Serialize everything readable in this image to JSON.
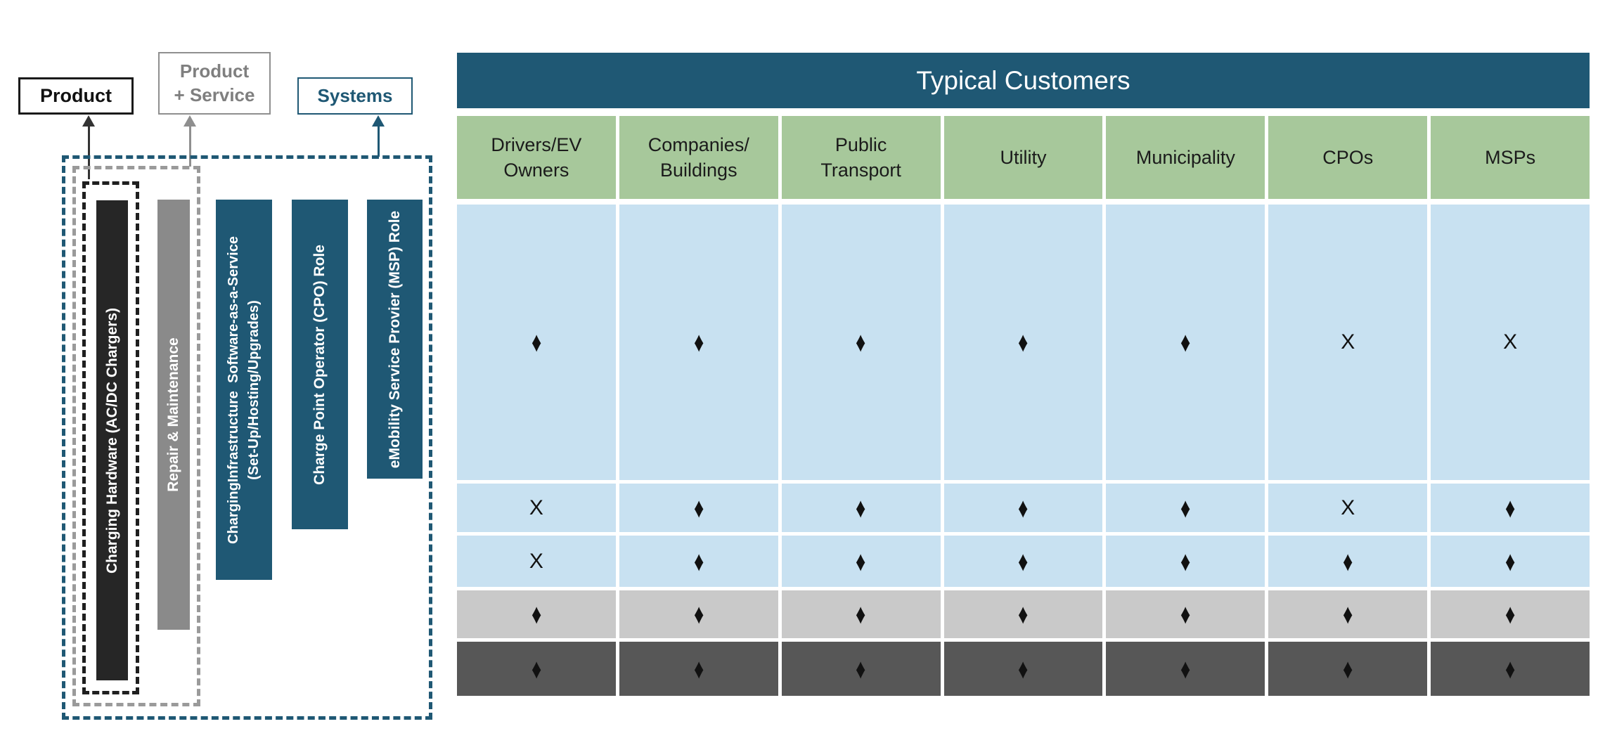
{
  "legend": {
    "product_label": "Product",
    "product_service_label": "Product\n+ Service",
    "systems_label": "Systems"
  },
  "offerings": {
    "hardware_bar": "Charging Hardware (AC/DC Chargers)",
    "repair_bar": "Repair & Maintenance",
    "saas_bar": "ChargingInfrastructure  Software-as-a-Service\n(Set-Up/Hosting/Upgrades)",
    "cpo_bar": "Charge Point Operator (CPO) Role",
    "msp_bar": "eMobility Service Provier (MSP) Role"
  },
  "table": {
    "title": "Typical Customers",
    "columns": [
      "Drivers/EV\nOwners",
      "Companies/\nBuildings",
      "Public\nTransport",
      "Utility",
      "Municipality",
      "CPOs",
      "MSPs"
    ],
    "rows": [
      {
        "symbols": [
          "♦",
          "♦",
          "♦",
          "♦",
          "♦",
          "X",
          "X"
        ]
      },
      {
        "symbols": [
          "X",
          "♦",
          "♦",
          "♦",
          "♦",
          "X",
          "♦"
        ]
      },
      {
        "symbols": [
          "X",
          "♦",
          "♦",
          "♦",
          "♦",
          "♦",
          "♦"
        ]
      },
      {
        "symbols": [
          "♦",
          "♦",
          "♦",
          "♦",
          "♦",
          "♦",
          "♦"
        ]
      },
      {
        "symbols": [
          "♦",
          "♦",
          "♦",
          "♦",
          "♦",
          "♦",
          "♦"
        ]
      }
    ]
  },
  "colors": {
    "accent_blue": "#1F5874",
    "header_green": "#A7C89B",
    "row_light_blue": "#C8E1F1",
    "row_light_gray": "#C9C9C9",
    "row_dark_gray": "#575757",
    "bar_black": "#262626",
    "bar_gray": "#8A8A8A",
    "dash_gray": "#9A9A9A",
    "symbol_color": "#111111"
  }
}
